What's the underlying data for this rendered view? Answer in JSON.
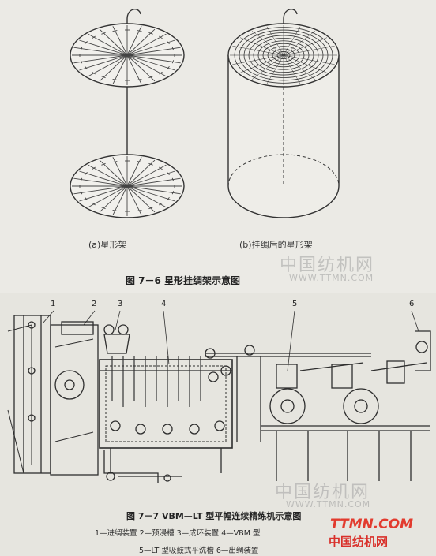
{
  "fig_7_6": {
    "sub_a": "(a)星形架",
    "sub_b": "(b)挂绸后的星形架",
    "caption": "图 7－6   星形挂绸架示意图"
  },
  "fig_7_7": {
    "caption": "图 7－7   VBM—LT 型平幅连续精练机示意图",
    "legend_line1": "1—进绸装置   2—预浸槽   3—成环装置   4—VBM 型",
    "legend_line2": "5—LT 型吸鼓式平洗槽   6—出绸装置",
    "labels": [
      "1",
      "2",
      "3",
      "4",
      "5",
      "6"
    ]
  },
  "watermark": {
    "cn": "中国纺机网",
    "en": "WWW.TTMN.COM"
  },
  "logo": {
    "en": "TTMN.COM",
    "cn": "中国纺机网"
  }
}
